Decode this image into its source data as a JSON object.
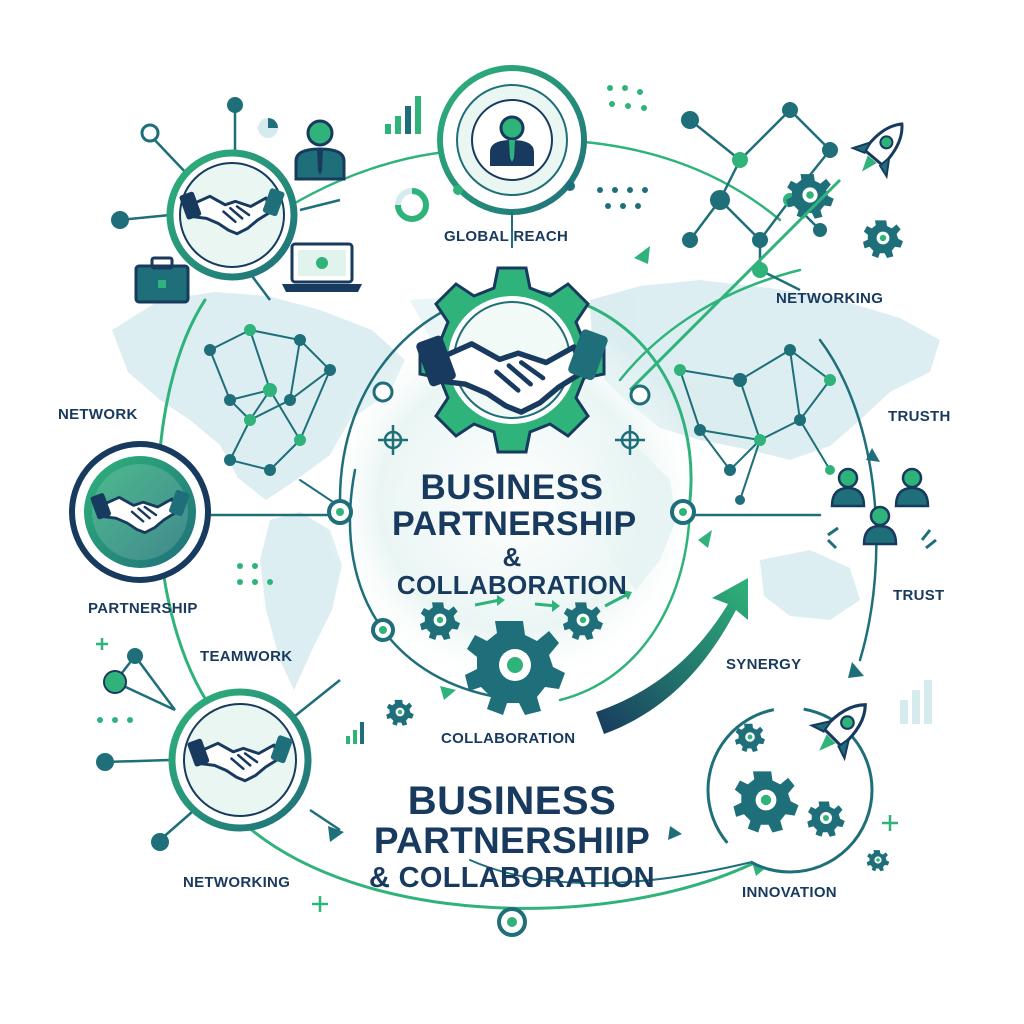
{
  "title_main": {
    "line1": "BUSINESS",
    "line2": "PARTNERSHIP",
    "line3": "& COLLABORATION"
  },
  "title_lower": {
    "line1": "BUSINESS",
    "line2": "PARTNERSHIIP",
    "line3": "& COLLABORATION"
  },
  "labels": {
    "global_reach": "GLOBAL REACH",
    "networking_top": "NETWORKING",
    "network": "NETWORK",
    "trusth": "TRUSTH",
    "partnership": "PARTNERSHIP",
    "trust": "TRUST",
    "teamwork": "TEAMWORK",
    "synergy": "SYNERGY",
    "collaboration": "COLLABORATION",
    "networking_bottom": "NETWORKING",
    "innovation": "INNOVATION"
  },
  "icons": [
    "handshake-icon",
    "person-icon",
    "briefcase-icon",
    "laptop-icon",
    "rocket-icon",
    "gear-icon",
    "team-icon",
    "world-map",
    "growth-arrow-icon",
    "bar-chart-icon",
    "pie-chart-icon",
    "donut-chart-icon",
    "crosshair-icon"
  ],
  "colors": {
    "navy": "#173a5e",
    "teal": "#1f6f7a",
    "green": "#2fb37a",
    "light_green": "#7fd6a8",
    "map": "#d6ebee"
  }
}
